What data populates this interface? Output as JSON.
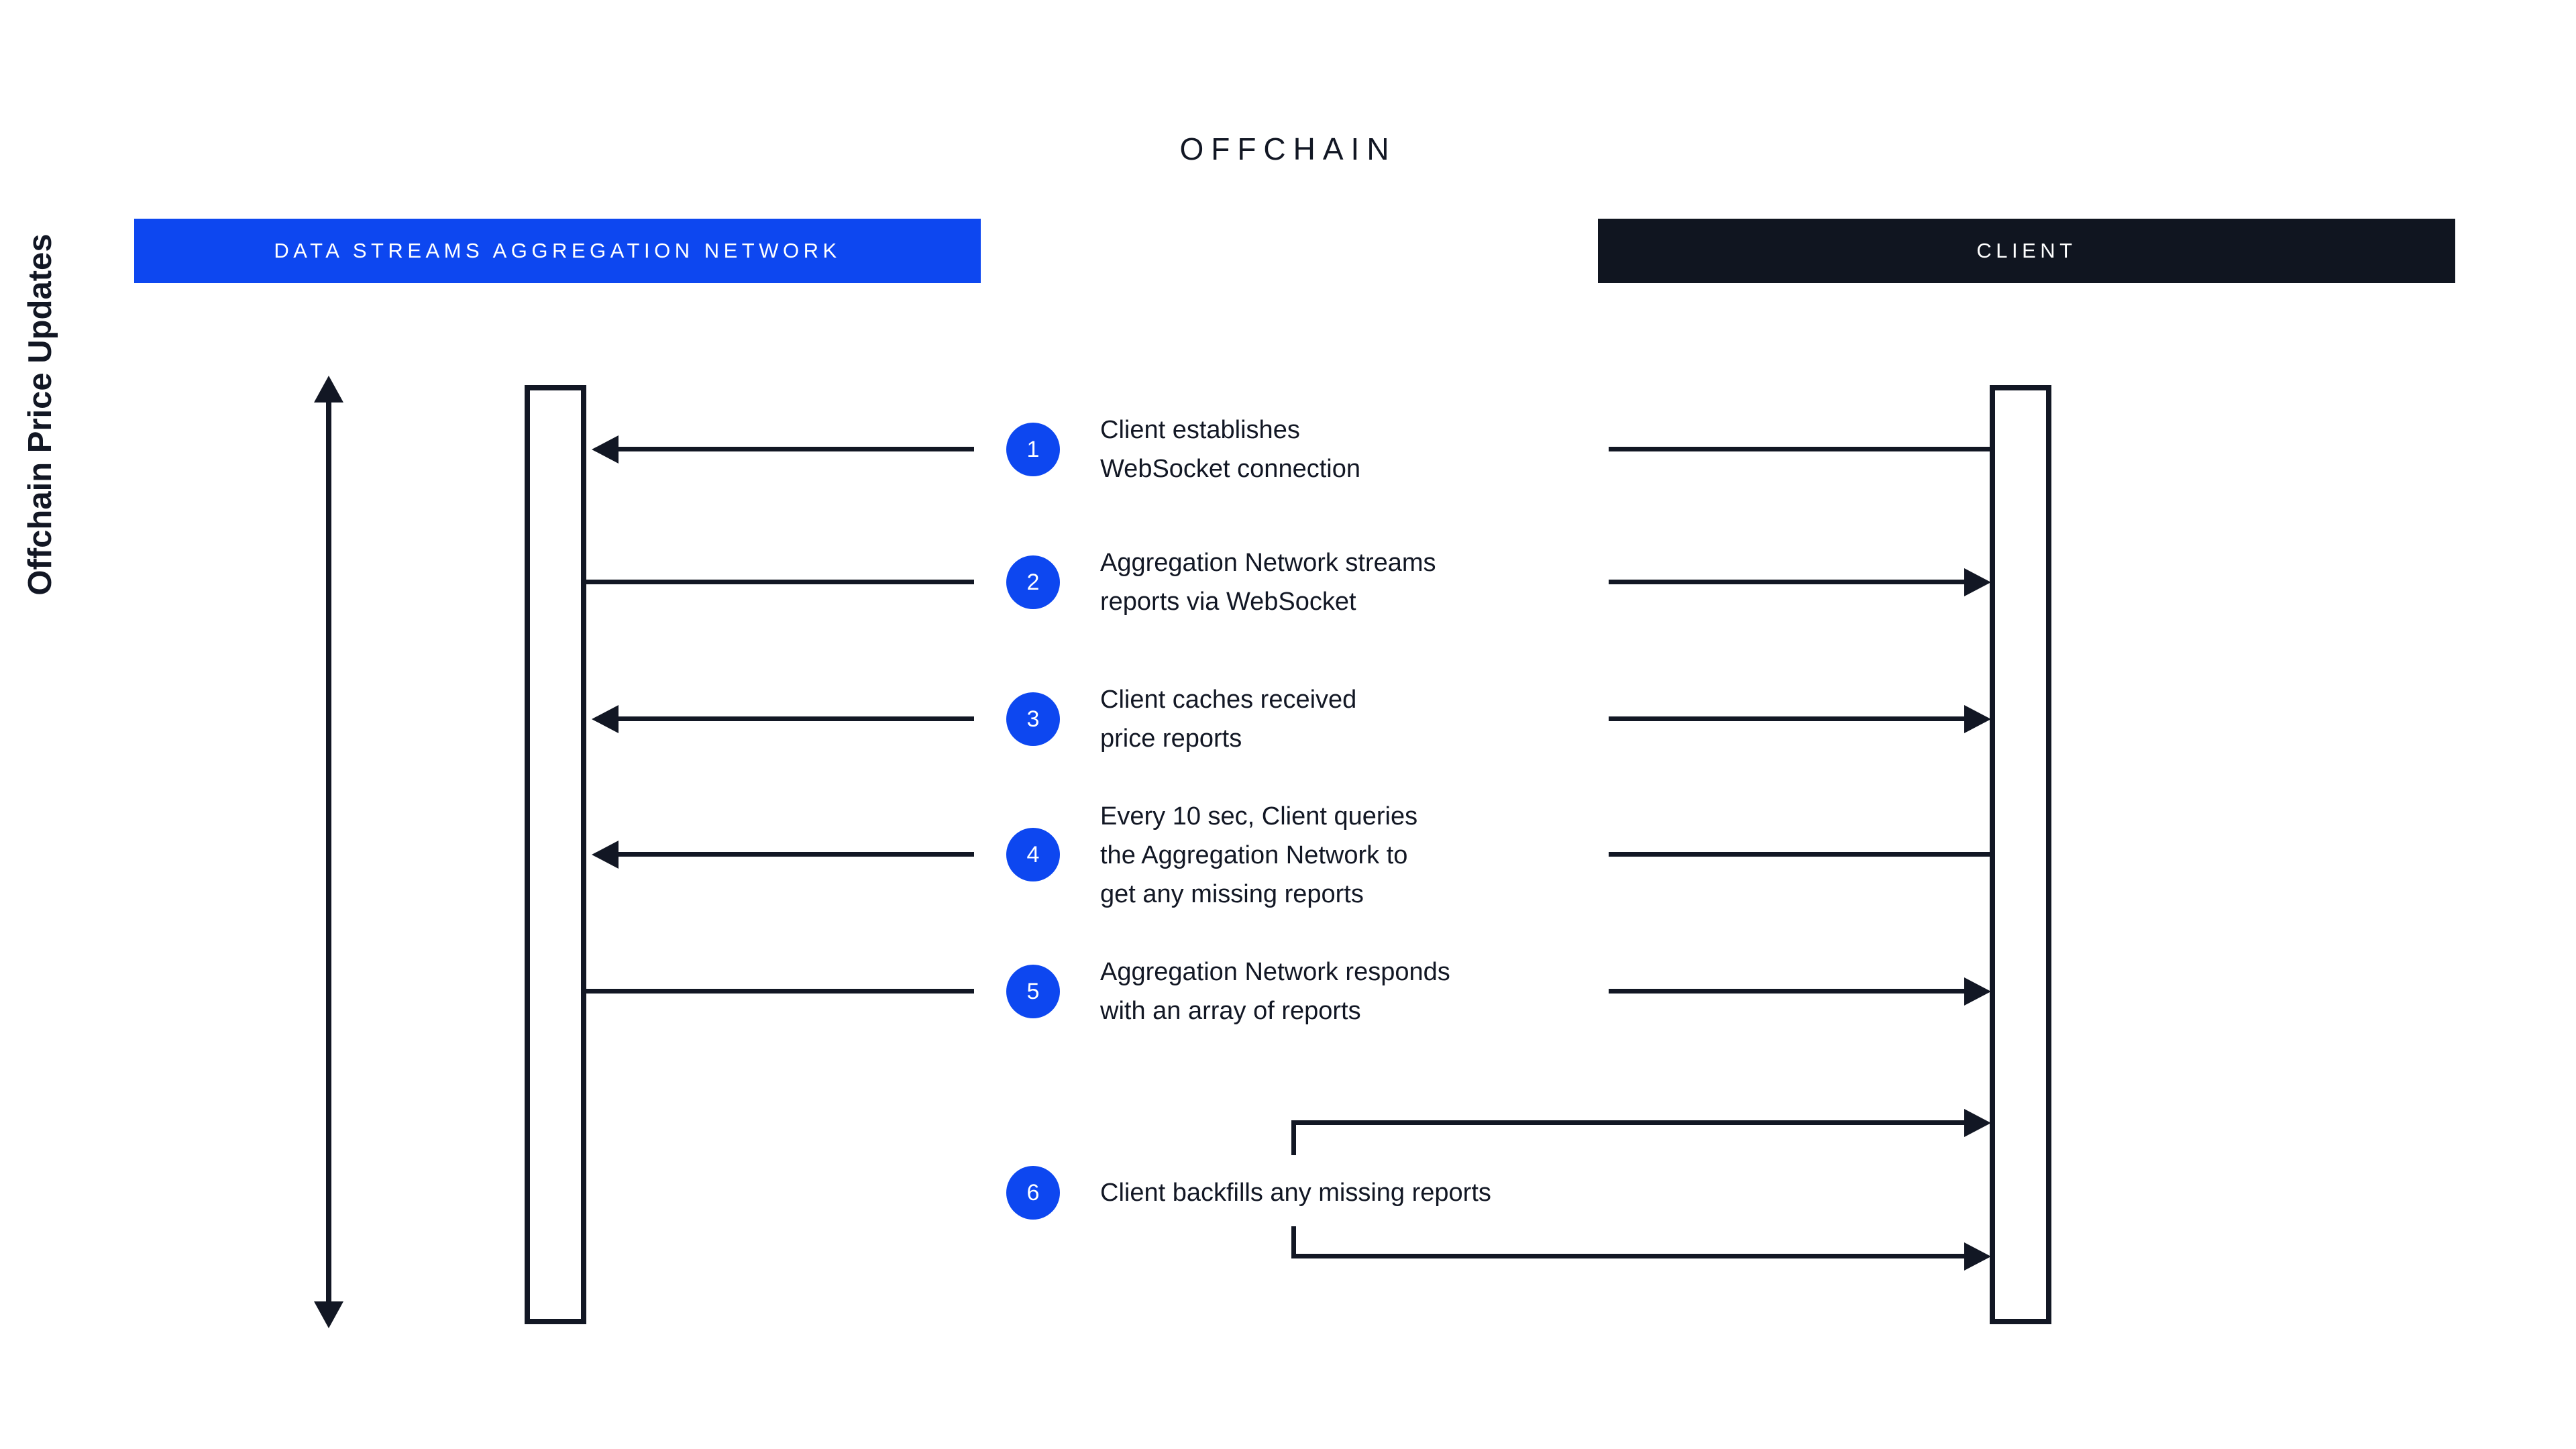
{
  "diagram": {
    "title": "OFFCHAIN",
    "axis_label": "Offchain Price Updates",
    "colors": {
      "brand_blue": "#0D47F0",
      "ink": "#121724",
      "client_header": "#101520",
      "background": "#FFFFFF"
    },
    "lanes": [
      {
        "id": "network",
        "label": "DATA STREAMS AGGREGATION NETWORK",
        "header_color": "#0D47F0"
      },
      {
        "id": "client",
        "label": "CLIENT",
        "header_color": "#101520"
      }
    ],
    "steps": [
      {
        "number": "1",
        "text": "Client establishes\nWebSocket connection",
        "direction": "client-to-network"
      },
      {
        "number": "2",
        "text": "Aggregation Network streams\nreports via WebSocket",
        "direction": "network-to-client"
      },
      {
        "number": "3",
        "text": "Client caches received\nprice reports",
        "direction": "client-to-network"
      },
      {
        "number": "4",
        "text": "Every 10 sec, Client queries\nthe Aggregation Network to\nget any missing reports",
        "direction": "client-to-network"
      },
      {
        "number": "5",
        "text": "Aggregation Network responds\nwith an array of reports",
        "direction": "network-to-client"
      },
      {
        "number": "6",
        "text": "Client backfills any missing reports",
        "direction": "client-self-loop"
      }
    ]
  }
}
